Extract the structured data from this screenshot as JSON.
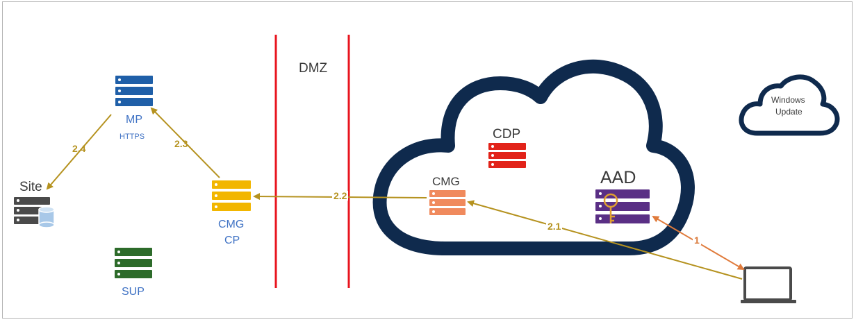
{
  "zone": {
    "dmz_label": "DMZ"
  },
  "nodes": {
    "mp": {
      "label": "MP",
      "sublabel": "HTTPS"
    },
    "site": {
      "label": "Site"
    },
    "sup": {
      "label": "SUP"
    },
    "cmg_cp": {
      "label_line1": "CMG",
      "label_line2": "CP"
    },
    "cdp": {
      "label": "CDP"
    },
    "cmg": {
      "label": "CMG"
    },
    "aad": {
      "label": "AAD"
    },
    "windows_update": {
      "label_line1": "Windows",
      "label_line2": "Update"
    }
  },
  "arrows": {
    "a1": "1",
    "a21": "2.1",
    "a22": "2.2",
    "a23": "2.3",
    "a24": "2.4"
  },
  "colors": {
    "mp": "#1f5fa8",
    "sup": "#2d6b2a",
    "cmg_cp": "#f2b600",
    "cdp": "#e2231a",
    "cmg": "#f08a5d",
    "aad": "#5a2f85",
    "cloud": "#0f2a4d",
    "zone_line": "#e8141e",
    "flow_gold": "#b5921f",
    "flow_orange": "#e07b3c"
  }
}
